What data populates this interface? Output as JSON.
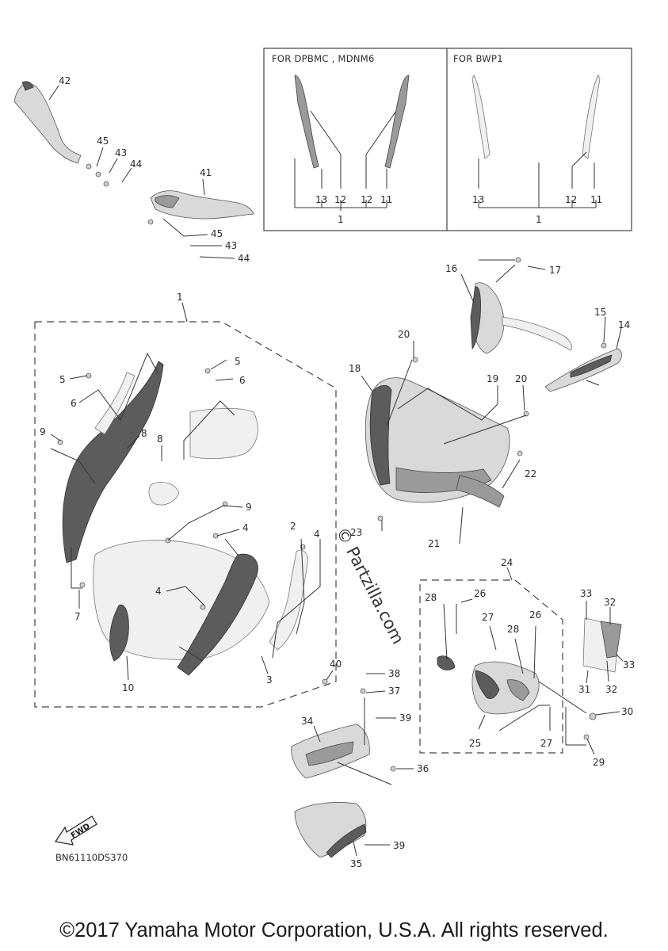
{
  "inset": {
    "left_title": "FOR DPBMC , MDNM6",
    "right_title": "FOR BWP1",
    "left_labels": [
      "13",
      "12",
      "12",
      "11",
      "1"
    ],
    "right_labels": [
      "13",
      "12",
      "11",
      "1"
    ]
  },
  "callouts": {
    "c42": "42",
    "c45a": "45",
    "c43a": "43",
    "c44a": "44",
    "c41": "41",
    "c45b": "45",
    "c43b": "43",
    "c44b": "44",
    "c1": "1",
    "c5a": "5",
    "c6a": "6",
    "c5b": "5",
    "c6b": "6",
    "c9a": "9",
    "c8a": "8",
    "c8b": "8",
    "c9b": "9",
    "c4a": "4",
    "c2": "2",
    "c4b": "4",
    "c4c": "4",
    "c7": "7",
    "c10": "10",
    "c3": "3",
    "c16": "16",
    "c17": "17",
    "c15": "15",
    "c14": "14",
    "c20a": "20",
    "c18": "18",
    "c19": "19",
    "c20b": "20",
    "c22": "22",
    "c23": "23",
    "c21": "21",
    "c24": "24",
    "c28a": "28",
    "c26a": "26",
    "c27a": "27",
    "c28b": "28",
    "c26b": "26",
    "c25": "25",
    "c27b": "27",
    "c33a": "33",
    "c32a": "32",
    "c33b": "33",
    "c31": "31",
    "c32b": "32",
    "c30": "30",
    "c29": "29",
    "c40": "40",
    "c38": "38",
    "c37": "37",
    "c34": "34",
    "c39a": "39",
    "c36": "36",
    "c39b": "39",
    "c35": "35"
  },
  "watermark": "© Partzilla.com",
  "fwd_label": "FWD",
  "diagram_code": "BN61110DS370",
  "copyright": "©2017 Yamaha Motor Corporation, U.S.A. All rights reserved.",
  "colors": {
    "line": "#333333",
    "shade_dark": "#5c5c5c",
    "shade_light": "#d9d9d9"
  }
}
